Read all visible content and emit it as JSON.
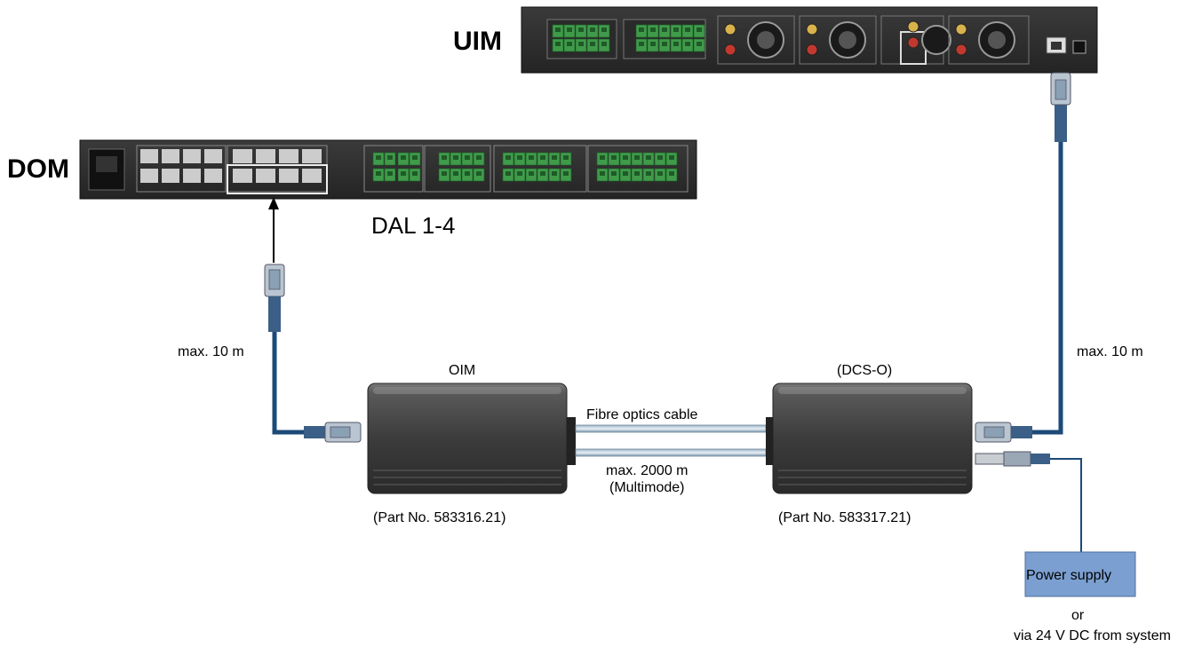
{
  "devices": {
    "uim": {
      "label": "UIM"
    },
    "dom": {
      "label": "DOM"
    },
    "oim": {
      "label": "OIM",
      "part": "(Part No. 583316.21)"
    },
    "dcso": {
      "label": "(DCS-O)",
      "part": "(Part No. 583317.21)"
    }
  },
  "dom_ports_label": "DAL 1-4",
  "cables": {
    "left_length": "max. 10 m",
    "right_length": "max. 10 m",
    "fibre_label": "Fibre optics cable",
    "fibre_length": "max. 2000 m",
    "fibre_mode": "(Multimode)"
  },
  "power": {
    "box_label": "Power supply",
    "or_text": "or",
    "alt_text": "via 24 V DC from system"
  },
  "colors": {
    "cable": "#1c4a78",
    "module_body": "#4a4a4a",
    "rack": "#2e2e2e",
    "terminal": "#3f9b4a",
    "power_box": "#7b9fd0"
  }
}
